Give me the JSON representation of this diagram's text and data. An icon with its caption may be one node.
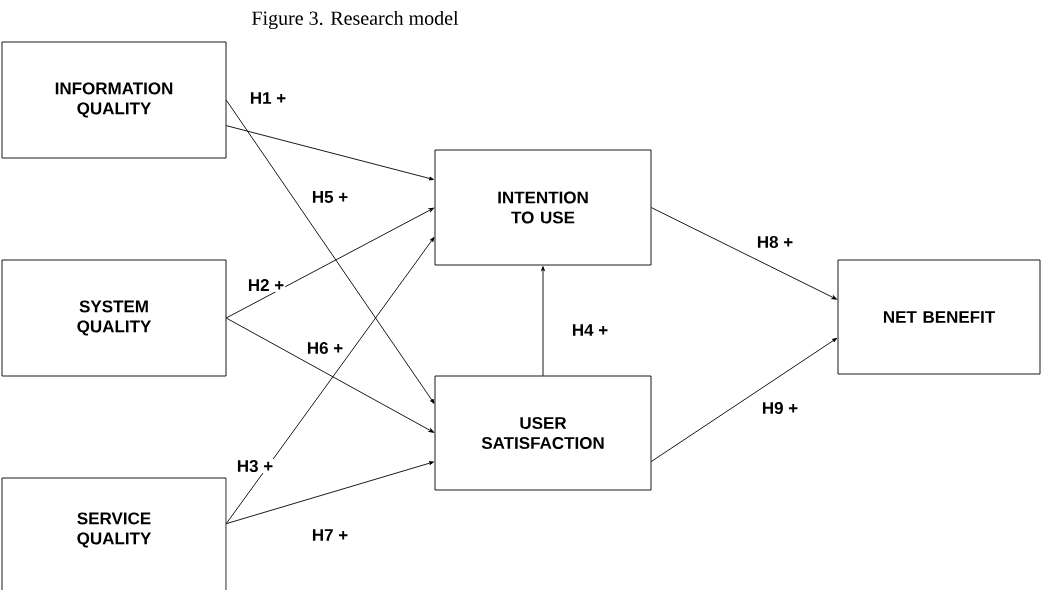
{
  "diagram": {
    "title": "Figure 3. Research model",
    "nodes": [
      {
        "text": [
          "INFORMATION QUALITY"
        ]
      },
      {
        "text": [
          "SYSTEM QUALITY"
        ]
      },
      {
        "text": [
          "SERVICE QUALITY"
        ]
      },
      {
        "text": [
          "INTENTION TO USE"
        ]
      },
      {
        "text": [
          "USER SATISFACTION"
        ]
      },
      {
        "text": [
          "NET BENEFIT"
        ]
      }
    ],
    "edges": [
      {
        "from": 0,
        "to": 3,
        "arrow": "to",
        "label": "H1 +"
      },
      {
        "from": 0,
        "to": 4,
        "arrow": "to",
        "label": "H5 +"
      },
      {
        "from": 1,
        "to": 3,
        "arrow": "to",
        "label": "H2 +"
      },
      {
        "from": 1,
        "to": 4,
        "arrow": "to",
        "label": "H6 +"
      },
      {
        "from": 2,
        "to": 3,
        "arrow": "to",
        "label": "H3 +"
      },
      {
        "from": 2,
        "to": 4,
        "arrow": "to",
        "label": "H7 +"
      },
      {
        "from": 4,
        "to": 3,
        "arrow": "to",
        "label": "H4 +"
      },
      {
        "from": 3,
        "to": 5,
        "arrow": "to",
        "label": "H8 +"
      },
      {
        "from": 4,
        "to": 5,
        "arrow": "to",
        "label": "H9 +"
      }
    ]
  }
}
